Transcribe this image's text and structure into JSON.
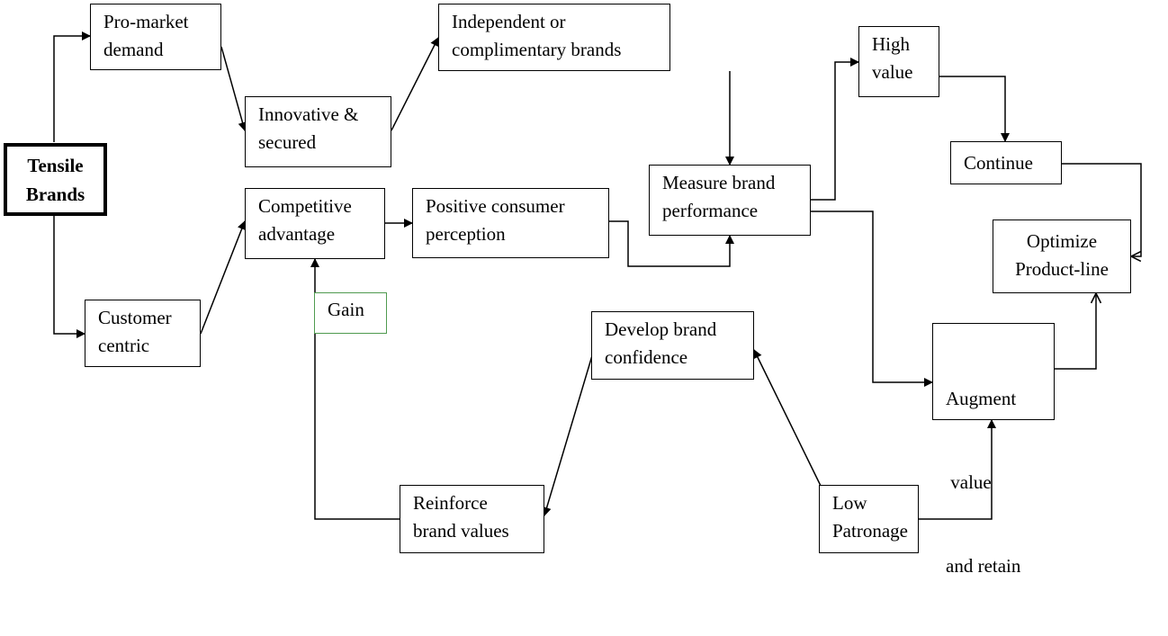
{
  "nodes": {
    "tensile_brands": {
      "lines": [
        "Tensile",
        "Brands"
      ]
    },
    "pro_market_demand": {
      "lines": [
        "Pro-market",
        "demand"
      ]
    },
    "innovative_secured": {
      "lines": [
        "Innovative  &",
        "secured"
      ]
    },
    "independent_brands": {
      "lines": [
        "Independent  or",
        "complimentary  brands"
      ]
    },
    "customer_centric": {
      "lines": [
        "Customer",
        "centric"
      ]
    },
    "competitive_advantage": {
      "lines": [
        "Competitive",
        "advantage"
      ]
    },
    "positive_perception": {
      "lines": [
        "Positive  consumer",
        "perception"
      ]
    },
    "measure_performance": {
      "lines": [
        "Measure brand",
        "performance"
      ]
    },
    "high_value": {
      "lines": [
        "High",
        "value"
      ]
    },
    "continue": {
      "lines": [
        "Continue"
      ]
    },
    "optimize_product_line": {
      "lines": [
        "Optimize",
        "Product-line"
      ]
    },
    "augment_retain": {
      "lines": [
        "Augment",
        " value",
        "and retain"
      ]
    },
    "develop_confidence": {
      "lines": [
        "Develop brand",
        "confidence"
      ]
    },
    "reinforce_values": {
      "lines": [
        "Reinforce",
        "brand values"
      ]
    },
    "low_patronage": {
      "lines": [
        "Low",
        "Patronage"
      ]
    },
    "gain": {
      "lines": [
        "Gain"
      ]
    }
  },
  "colors": {
    "line": "#000000",
    "gain_border": "#4f9a4f"
  }
}
